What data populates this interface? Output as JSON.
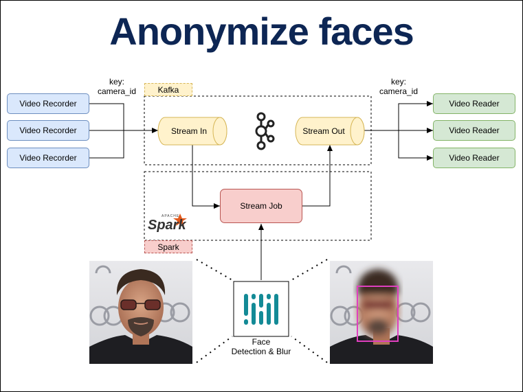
{
  "title": "Anonymize faces",
  "recorders": [
    "Video Recorder",
    "Video Recorder",
    "Video Recorder"
  ],
  "readers": [
    "Video Reader",
    "Video Reader",
    "Video Reader"
  ],
  "key_left": {
    "line1": "key:",
    "line2": "camera_id"
  },
  "key_right": {
    "line1": "key:",
    "line2": "camera_id"
  },
  "kafka_label": "Kafka",
  "spark_label": "Spark",
  "stream_in": "Stream In",
  "stream_out": "Stream Out",
  "stream_job": "Stream Job",
  "face_tool": {
    "line1": "Face",
    "line2": "Detection & Blur"
  },
  "spark_logo": {
    "small": "APACHE",
    "big": "Spark"
  },
  "colors": {
    "title": "#0d2654",
    "recorder_fill": "#dae8fc",
    "reader_fill": "#d5e8d4",
    "job_fill": "#f8cecc",
    "stream_fill": "#fff2cc",
    "highlight_box": "#e040c0",
    "logo_teal": "#138a96"
  },
  "icons": [
    "kafka-logo-icon",
    "spark-logo-icon",
    "face-detection-logo-icon"
  ]
}
